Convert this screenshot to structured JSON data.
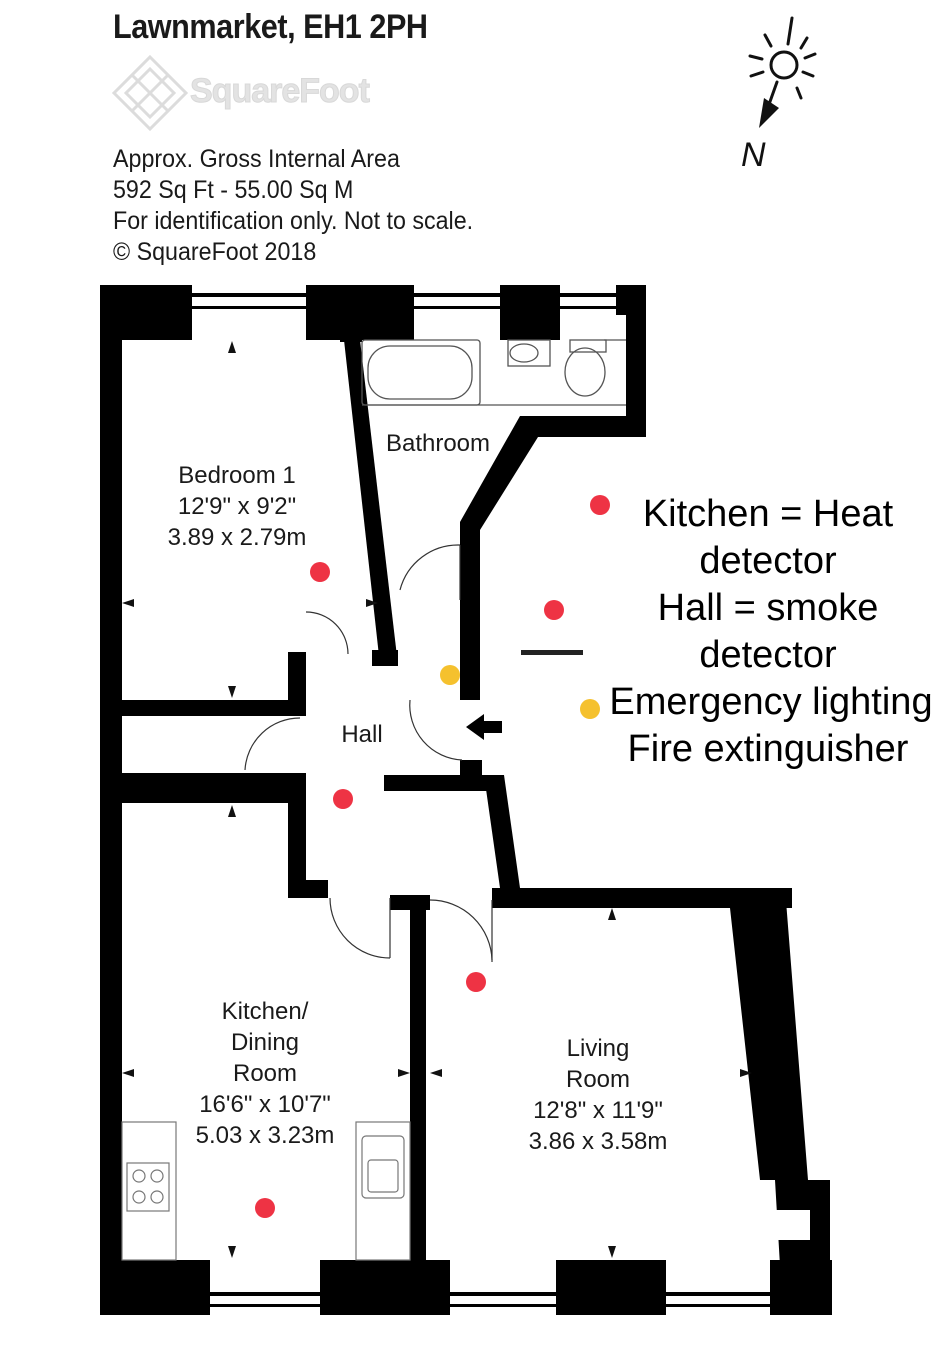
{
  "header": {
    "title": "Lawnmarket, EH1 2PH",
    "logo_text": "SquareFoot",
    "info_lines": [
      "Approx. Gross Internal Area",
      "592 Sq Ft  -  55.00 Sq M",
      "For identification only. Not to scale.",
      "© SquareFoot 2018"
    ]
  },
  "compass": {
    "label": "N"
  },
  "rooms": {
    "bedroom": {
      "name": "Bedroom 1",
      "imperial": "12'9\" x 9'2\"",
      "metric": "3.89 x 2.79m"
    },
    "bathroom": {
      "name": "Bathroom"
    },
    "hall": {
      "name": "Hall"
    },
    "kitchen": {
      "name1": "Kitchen/",
      "name2": "Dining",
      "name3": "Room",
      "imperial": "16'6\" x 10'7\"",
      "metric": "5.03 x 3.23m"
    },
    "living": {
      "name1": "Living",
      "name2": "Room",
      "imperial": "12'8\" x 11'9\"",
      "metric": "3.86 x 3.58m"
    }
  },
  "legend": {
    "line1": "Kitchen = Heat",
    "line2": "detector",
    "line3": "Hall = smoke",
    "line4": "detector",
    "line5": "Emergency lighting",
    "line6": "Fire extinguisher"
  },
  "colors": {
    "wall": "#000000",
    "detector_marker": "#ee3344",
    "lighting_marker": "#f5c12e",
    "legend_text": "#000000"
  }
}
